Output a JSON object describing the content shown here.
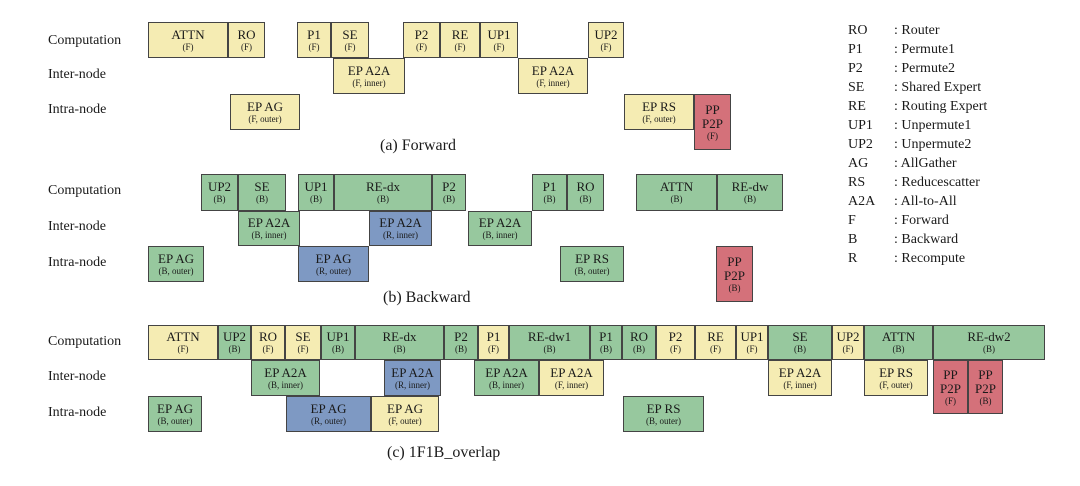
{
  "row_labels": {
    "computation": "Computation",
    "inter_node": "Inter-node",
    "intra_node": "Intra-node"
  },
  "panels": [
    {
      "id": "forward",
      "caption": "(a) Forward",
      "blocks": [
        {
          "lane": "computation",
          "label": "ATTN",
          "sub": "(F)",
          "type": "F"
        },
        {
          "lane": "computation",
          "label": "RO",
          "sub": "(F)",
          "type": "F"
        },
        {
          "lane": "computation",
          "label": "P1",
          "sub": "(F)",
          "type": "F"
        },
        {
          "lane": "computation",
          "label": "SE",
          "sub": "(F)",
          "type": "F"
        },
        {
          "lane": "computation",
          "label": "P2",
          "sub": "(F)",
          "type": "F"
        },
        {
          "lane": "computation",
          "label": "RE",
          "sub": "(F)",
          "type": "F"
        },
        {
          "lane": "computation",
          "label": "UP1",
          "sub": "(F)",
          "type": "F"
        },
        {
          "lane": "computation",
          "label": "UP2",
          "sub": "(F)",
          "type": "F"
        },
        {
          "lane": "inter_node",
          "label": "EP A2A",
          "sub": "(F, inner)",
          "type": "F"
        },
        {
          "lane": "inter_node",
          "label": "EP A2A",
          "sub": "(F, inner)",
          "type": "F"
        },
        {
          "lane": "intra_node",
          "label": "EP AG",
          "sub": "(F, outer)",
          "type": "F"
        },
        {
          "lane": "intra_node",
          "label": "EP RS",
          "sub": "(F, outer)",
          "type": "F"
        },
        {
          "lane": "intra_node",
          "label": "PP",
          "label2": "P2P",
          "sub": "(F)",
          "type": "P"
        }
      ]
    },
    {
      "id": "backward",
      "caption": "(b) Backward",
      "blocks": [
        {
          "lane": "computation",
          "label": "UP2",
          "sub": "(B)",
          "type": "B"
        },
        {
          "lane": "computation",
          "label": "SE",
          "sub": "(B)",
          "type": "B"
        },
        {
          "lane": "computation",
          "label": "UP1",
          "sub": "(B)",
          "type": "B"
        },
        {
          "lane": "computation",
          "label": "RE-dx",
          "sub": "(B)",
          "type": "B"
        },
        {
          "lane": "computation",
          "label": "P2",
          "sub": "(B)",
          "type": "B"
        },
        {
          "lane": "computation",
          "label": "P1",
          "sub": "(B)",
          "type": "B"
        },
        {
          "lane": "computation",
          "label": "RO",
          "sub": "(B)",
          "type": "B"
        },
        {
          "lane": "computation",
          "label": "ATTN",
          "sub": "(B)",
          "type": "B"
        },
        {
          "lane": "computation",
          "label": "RE-dw",
          "sub": "(B)",
          "type": "B"
        },
        {
          "lane": "inter_node",
          "label": "EP A2A",
          "sub": "(B, inner)",
          "type": "B"
        },
        {
          "lane": "inter_node",
          "label": "EP A2A",
          "sub": "(R, inner)",
          "type": "R"
        },
        {
          "lane": "inter_node",
          "label": "EP A2A",
          "sub": "(B, inner)",
          "type": "B"
        },
        {
          "lane": "intra_node",
          "label": "EP AG",
          "sub": "(B, outer)",
          "type": "B"
        },
        {
          "lane": "intra_node",
          "label": "EP AG",
          "sub": "(R, outer)",
          "type": "R"
        },
        {
          "lane": "intra_node",
          "label": "EP RS",
          "sub": "(B, outer)",
          "type": "B"
        },
        {
          "lane": "intra_node",
          "label": "PP",
          "label2": "P2P",
          "sub": "(B)",
          "type": "P"
        }
      ]
    },
    {
      "id": "overlap",
      "caption": "(c) 1F1B_overlap",
      "blocks": [
        {
          "lane": "computation",
          "label": "ATTN",
          "sub": "(F)",
          "type": "F"
        },
        {
          "lane": "computation",
          "label": "UP2",
          "sub": "(B)",
          "type": "B"
        },
        {
          "lane": "computation",
          "label": "RO",
          "sub": "(F)",
          "type": "F"
        },
        {
          "lane": "computation",
          "label": "SE",
          "sub": "(F)",
          "type": "F"
        },
        {
          "lane": "computation",
          "label": "UP1",
          "sub": "(B)",
          "type": "B"
        },
        {
          "lane": "computation",
          "label": "RE-dx",
          "sub": "(B)",
          "type": "B"
        },
        {
          "lane": "computation",
          "label": "P2",
          "sub": "(B)",
          "type": "B"
        },
        {
          "lane": "computation",
          "label": "P1",
          "sub": "(F)",
          "type": "F"
        },
        {
          "lane": "computation",
          "label": "RE-dw1",
          "sub": "(B)",
          "type": "B"
        },
        {
          "lane": "computation",
          "label": "P1",
          "sub": "(B)",
          "type": "B"
        },
        {
          "lane": "computation",
          "label": "RO",
          "sub": "(B)",
          "type": "B"
        },
        {
          "lane": "computation",
          "label": "P2",
          "sub": "(F)",
          "type": "F"
        },
        {
          "lane": "computation",
          "label": "RE",
          "sub": "(F)",
          "type": "F"
        },
        {
          "lane": "computation",
          "label": "UP1",
          "sub": "(F)",
          "type": "F"
        },
        {
          "lane": "computation",
          "label": "SE",
          "sub": "(B)",
          "type": "B"
        },
        {
          "lane": "computation",
          "label": "UP2",
          "sub": "(F)",
          "type": "F"
        },
        {
          "lane": "computation",
          "label": "ATTN",
          "sub": "(B)",
          "type": "B"
        },
        {
          "lane": "computation",
          "label": "RE-dw2",
          "sub": "(B)",
          "type": "B"
        },
        {
          "lane": "inter_node",
          "label": "EP A2A",
          "sub": "(B, inner)",
          "type": "B"
        },
        {
          "lane": "inter_node",
          "label": "EP A2A",
          "sub": "(R, inner)",
          "type": "R"
        },
        {
          "lane": "inter_node",
          "label": "EP A2A",
          "sub": "(B, inner)",
          "type": "B"
        },
        {
          "lane": "inter_node",
          "label": "EP A2A",
          "sub": "(F, inner)",
          "type": "F"
        },
        {
          "lane": "inter_node",
          "label": "EP A2A",
          "sub": "(F, inner)",
          "type": "F"
        },
        {
          "lane": "inter_node",
          "label": "EP RS",
          "sub": "(F, outer)",
          "type": "F"
        },
        {
          "lane": "inter_node",
          "label": "PP",
          "label2": "P2P",
          "sub": "(F)",
          "type": "P"
        },
        {
          "lane": "inter_node",
          "label": "PP",
          "label2": "P2P",
          "sub": "(B)",
          "type": "P"
        },
        {
          "lane": "intra_node",
          "label": "EP AG",
          "sub": "(B, outer)",
          "type": "B"
        },
        {
          "lane": "intra_node",
          "label": "EP AG",
          "sub": "(R, outer)",
          "type": "R"
        },
        {
          "lane": "intra_node",
          "label": "EP AG",
          "sub": "(F, outer)",
          "type": "F"
        },
        {
          "lane": "intra_node",
          "label": "EP RS",
          "sub": "(B, outer)",
          "type": "B"
        }
      ]
    }
  ],
  "legend": [
    {
      "abbr": "RO",
      "desc": ": Router"
    },
    {
      "abbr": "P1",
      "desc": ": Permute1"
    },
    {
      "abbr": "P2",
      "desc": ": Permute2"
    },
    {
      "abbr": "SE",
      "desc": ": Shared Expert"
    },
    {
      "abbr": "RE",
      "desc": ": Routing Expert"
    },
    {
      "abbr": "UP1",
      "desc": ": Unpermute1"
    },
    {
      "abbr": "UP2",
      "desc": ": Unpermute2"
    },
    {
      "abbr": "AG",
      "desc": ": AllGather"
    },
    {
      "abbr": "RS",
      "desc": ": Reducescatter"
    },
    {
      "abbr": "A2A",
      "desc": ": All-to-All"
    },
    {
      "abbr": "F",
      "desc": ": Forward"
    },
    {
      "abbr": "B",
      "desc": ": Backward"
    },
    {
      "abbr": "R",
      "desc": ": Recompute"
    }
  ],
  "colors": {
    "forward": "#f5ecb3",
    "backward": "#97c89e",
    "recompute": "#7e99c3",
    "p2p": "#d4717a"
  }
}
